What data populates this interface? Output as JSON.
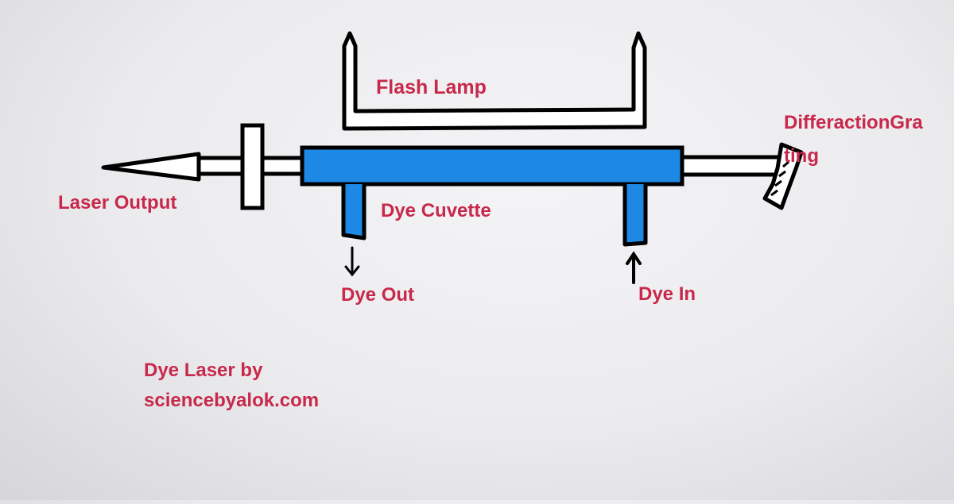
{
  "diagram": {
    "labels": {
      "flash_lamp": "Flash Lamp",
      "laser_output": "Laser Output",
      "dye_cuvette": "Dye Cuvette",
      "dye_out": "Dye Out",
      "dye_in": "Dye In",
      "grating_line1": "DifferactionGra",
      "grating_line2": "ting"
    },
    "caption": {
      "line1": "Dye Laser by",
      "line2": "sciencebyalok.com"
    },
    "colors": {
      "cuvette_fill": "#1e88e5",
      "label_red": "#c8284a",
      "outline": "#000000",
      "background": "#ececef"
    }
  }
}
